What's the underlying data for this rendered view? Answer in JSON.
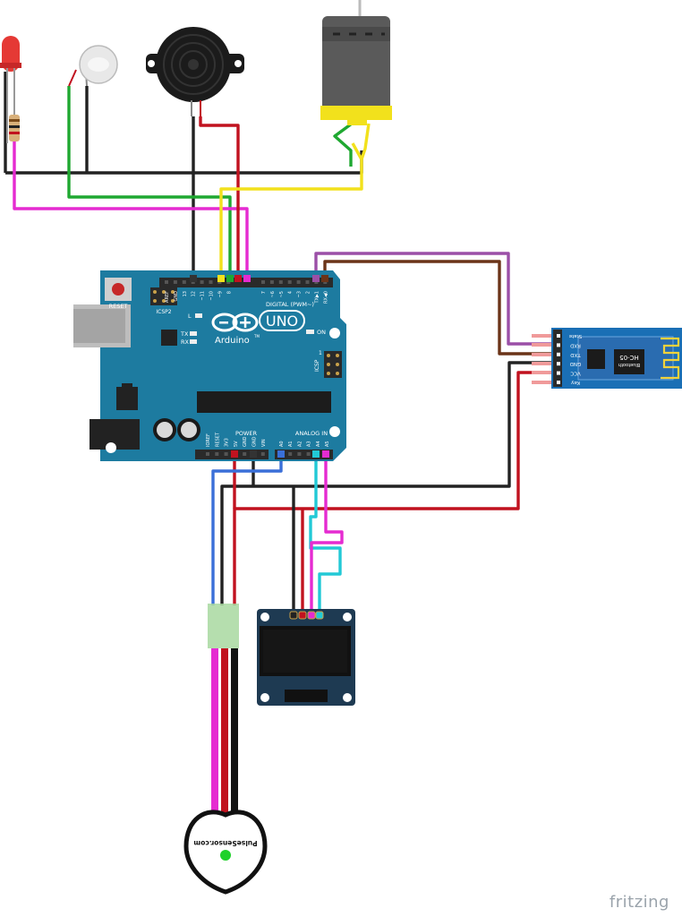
{
  "watermark": "fritzing",
  "arduino": {
    "logo_text": "UNO",
    "brand_text": "Arduino",
    "tm": "TM",
    "reset_label": "RESET",
    "icsp2_label": "ICSP2",
    "icsp_label": "ICSP",
    "led_l": "L",
    "led_tx": "TX",
    "led_rx": "RX",
    "led_on": "ON",
    "digital_label": "DIGITAL (PWM~)",
    "digital_pins": [
      "AREF",
      "GND",
      "13",
      "12",
      "~11",
      "~10",
      "~9",
      "8",
      "7",
      "~6",
      "~5",
      "4",
      "~3",
      "2",
      "TX▶1",
      "RX◀0"
    ],
    "power_label": "POWER",
    "analog_label": "ANALOG IN",
    "power_pins": [
      "IOREF",
      "RESET",
      "3V3",
      "5V",
      "GND",
      "GND",
      "VIN"
    ],
    "analog_pins": [
      "A0",
      "A1",
      "A2",
      "A3",
      "A4",
      "A5"
    ],
    "icsp_num": "1"
  },
  "bluetooth": {
    "module_name": "HC-05",
    "sub_name": "Bluetooth",
    "pins": [
      "State",
      "RXD",
      "TXD",
      "GND",
      "VCC",
      "Key"
    ]
  },
  "pulse_sensor": {
    "label": "PulseSensor.com"
  },
  "colors": {
    "board": "#1d7ba0",
    "black": "#222222",
    "red": "#c1121f",
    "green": "#1fa831",
    "yellow": "#f2e11c",
    "magenta": "#e52bd1",
    "purple": "#9b4fa7",
    "brown": "#6b3418",
    "blue": "#3a6fd8",
    "cyan": "#22c9d6"
  }
}
